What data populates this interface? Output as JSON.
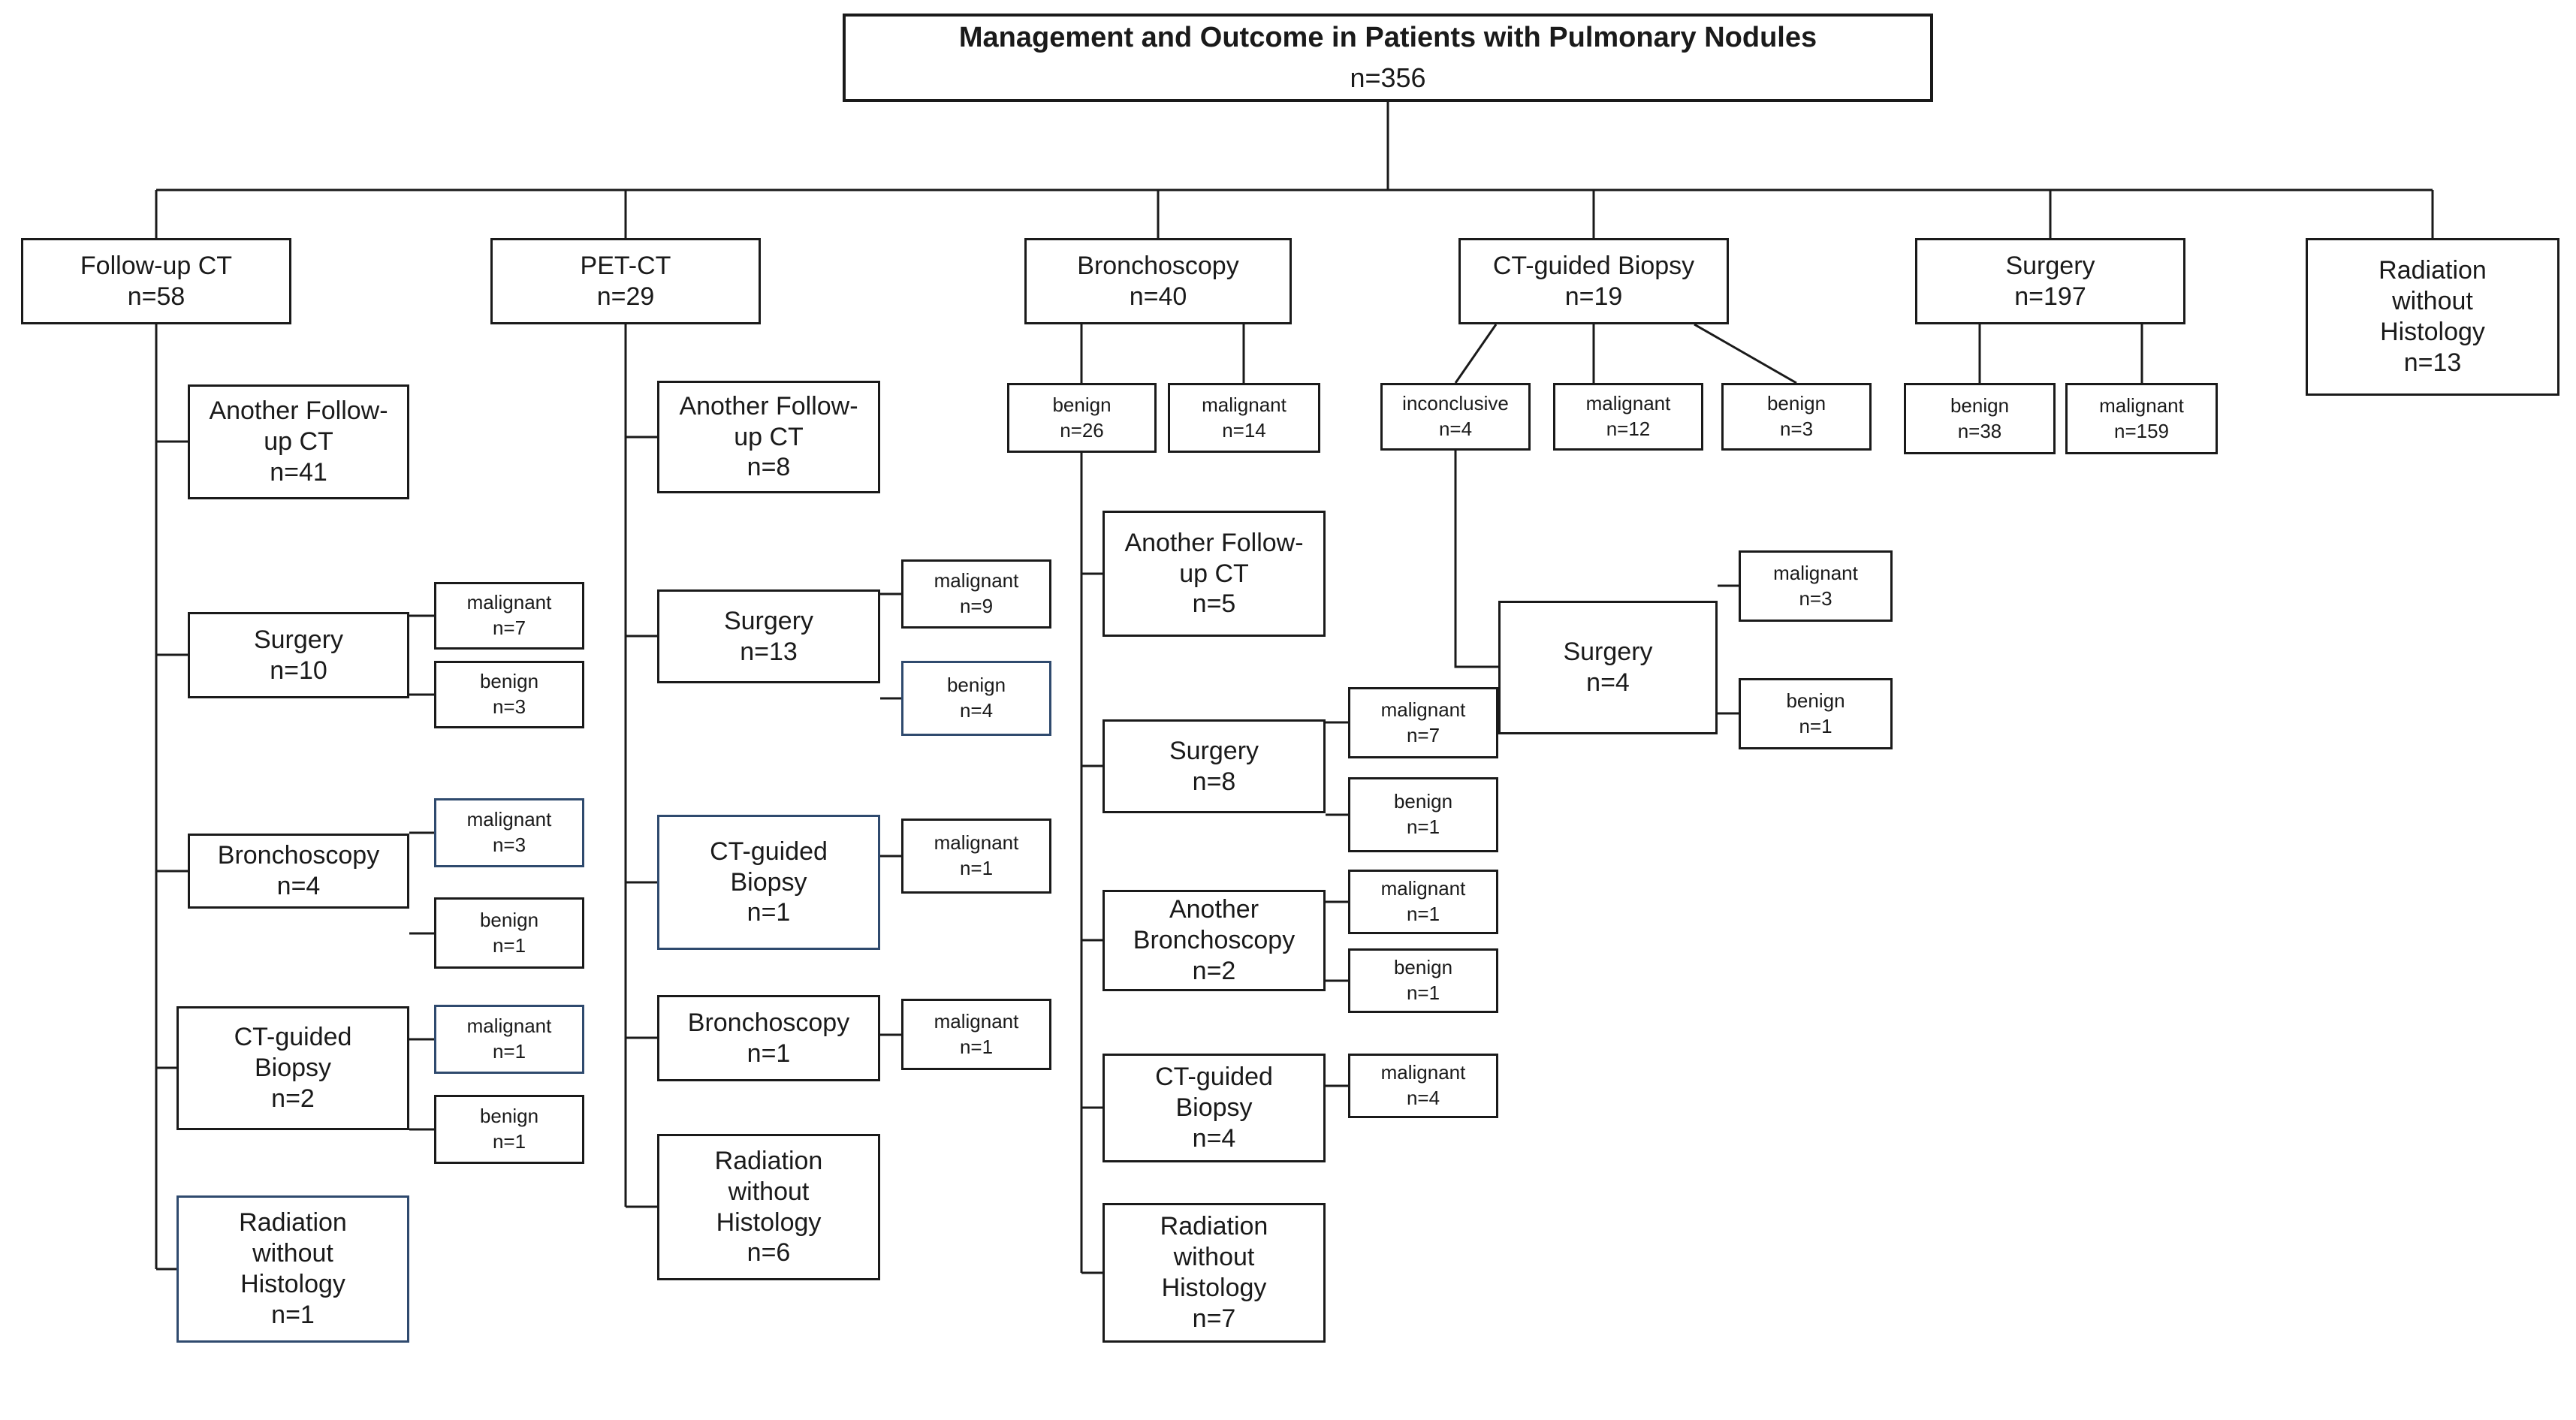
{
  "title": {
    "label": "Management and Outcome in Patients with Pulmonary Nodules",
    "n": "n=356"
  },
  "colors": {
    "background": "#ffffff",
    "text": "#1a1a1a",
    "box_border": "#1a1a1a",
    "box_border_alt": "#2f4a6e"
  },
  "branches": {
    "follow_up_ct": {
      "label": "Follow-up CT",
      "n": "n=58",
      "children": {
        "another_follow_up_ct": {
          "label": "Another Follow-up CT",
          "n": "n=41"
        },
        "surgery": {
          "label": "Surgery",
          "n": "n=10",
          "outcomes": {
            "malignant": {
              "label": "malignant",
              "n": "n=7"
            },
            "benign": {
              "label": "benign",
              "n": "n=3"
            }
          }
        },
        "bronchoscopy": {
          "label": "Bronchoscopy",
          "n": "n=4",
          "outcomes": {
            "malignant": {
              "label": "malignant",
              "n": "n=3"
            },
            "benign": {
              "label": "benign",
              "n": "n=1"
            }
          }
        },
        "ct_guided_biopsy": {
          "label": "CT-guided Biopsy",
          "n": "n=2",
          "outcomes": {
            "malignant": {
              "label": "malignant",
              "n": "n=1"
            },
            "benign": {
              "label": "benign",
              "n": "n=1"
            }
          }
        },
        "radiation_without_histology": {
          "label": "Radiation without Histology",
          "n": "n=1"
        }
      }
    },
    "pet_ct": {
      "label": "PET-CT",
      "n": "n=29",
      "children": {
        "another_follow_up_ct": {
          "label": "Another Follow-up CT",
          "n": "n=8"
        },
        "surgery": {
          "label": "Surgery",
          "n": "n=13",
          "outcomes": {
            "malignant": {
              "label": "malignant",
              "n": "n=9"
            },
            "benign": {
              "label": "benign",
              "n": "n=4"
            }
          }
        },
        "ct_guided_biopsy": {
          "label": "CT-guided Biopsy",
          "n": "n=1",
          "outcomes": {
            "malignant": {
              "label": "malignant",
              "n": "n=1"
            }
          }
        },
        "bronchoscopy": {
          "label": "Bronchoscopy",
          "n": "n=1",
          "outcomes": {
            "malignant": {
              "label": "malignant",
              "n": "n=1"
            }
          }
        },
        "radiation_without_histology": {
          "label": "Radiation without Histology",
          "n": "n=6"
        }
      }
    },
    "bronchoscopy": {
      "label": "Bronchoscopy",
      "n": "n=40",
      "outcomes": {
        "benign": {
          "label": "benign",
          "n": "n=26"
        },
        "malignant": {
          "label": "malignant",
          "n": "n=14"
        }
      },
      "benign_children": {
        "another_follow_up_ct": {
          "label": "Another Follow-up CT",
          "n": "n=5"
        },
        "surgery": {
          "label": "Surgery",
          "n": "n=8",
          "outcomes": {
            "malignant": {
              "label": "malignant",
              "n": "n=7"
            },
            "benign": {
              "label": "benign",
              "n": "n=1"
            }
          }
        },
        "another_bronchoscopy": {
          "label": "Another Bronchoscopy",
          "n": "n=2",
          "outcomes": {
            "malignant": {
              "label": "malignant",
              "n": "n=1"
            },
            "benign": {
              "label": "benign",
              "n": "n=1"
            }
          }
        },
        "ct_guided_biopsy": {
          "label": "CT-guided Biopsy",
          "n": "n=4",
          "outcomes": {
            "malignant": {
              "label": "malignant",
              "n": "n=4"
            }
          }
        },
        "radiation_without_histology": {
          "label": "Radiation without Histology",
          "n": "n=7"
        }
      }
    },
    "ct_guided_biopsy": {
      "label": "CT-guided Biopsy",
      "n": "n=19",
      "outcomes": {
        "inconclusive": {
          "label": "inconclusive",
          "n": "n=4"
        },
        "malignant": {
          "label": "malignant",
          "n": "n=12"
        },
        "benign": {
          "label": "benign",
          "n": "n=3"
        }
      },
      "inconclusive_children": {
        "surgery": {
          "label": "Surgery",
          "n": "n=4",
          "outcomes": {
            "malignant": {
              "label": "malignant",
              "n": "n=3"
            },
            "benign": {
              "label": "benign",
              "n": "n=1"
            }
          }
        }
      }
    },
    "surgery": {
      "label": "Surgery",
      "n": "n=197",
      "outcomes": {
        "benign": {
          "label": "benign",
          "n": "n=38"
        },
        "malignant": {
          "label": "malignant",
          "n": "n=159"
        }
      }
    },
    "radiation_without_histology": {
      "label": "Radiation without Histology",
      "n": "n=13"
    }
  }
}
